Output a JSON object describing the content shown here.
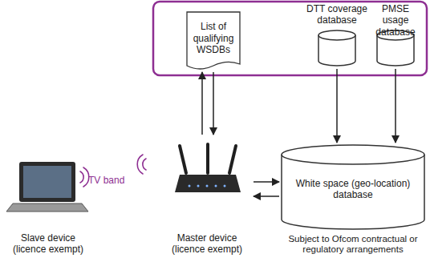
{
  "diagram": {
    "nodes": [
      {
        "text": [
          "List of qualifying WSDBs"
        ]
      },
      {
        "text": [
          "DTT coverage database"
        ]
      },
      {
        "text": [
          "PMSE usage database"
        ]
      },
      {
        "text": [
          "Slave device (licence exempt)"
        ]
      },
      {
        "text": [
          "Master device (licence exempt)"
        ]
      },
      {
        "text": [
          "White space (geo-location) database",
          "Subject to Ofcom contractual or regulatory arrangements"
        ]
      }
    ],
    "edges": [
      {
        "from": 4,
        "to": 0,
        "arrow": "to"
      },
      {
        "from": 0,
        "to": 4,
        "arrow": "to"
      },
      {
        "from": 4,
        "to": 5,
        "arrow": "to"
      },
      {
        "from": 5,
        "to": 4,
        "arrow": "to"
      },
      {
        "from": 1,
        "to": 5,
        "arrow": "to"
      },
      {
        "from": 2,
        "to": 5,
        "arrow": "to"
      }
    ],
    "labels": [
      "TV band"
    ]
  }
}
